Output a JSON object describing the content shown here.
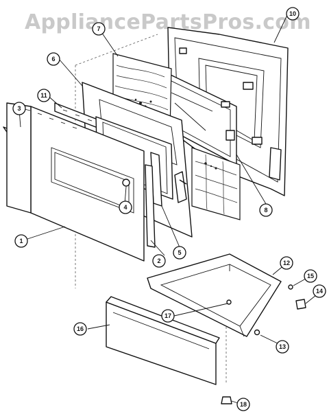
{
  "watermark": {
    "text": "AppliancePartsPros.com"
  },
  "callouts": {
    "c1": "1",
    "c2": "2",
    "c3": "3",
    "c4": "4",
    "c5": "5",
    "c6": "6",
    "c7": "7",
    "c8": "8",
    "c10": "10",
    "c11": "11",
    "c12": "12",
    "c13": "13",
    "c14": "14",
    "c15": "15",
    "c16": "16",
    "c17": "17",
    "c18": "18"
  }
}
